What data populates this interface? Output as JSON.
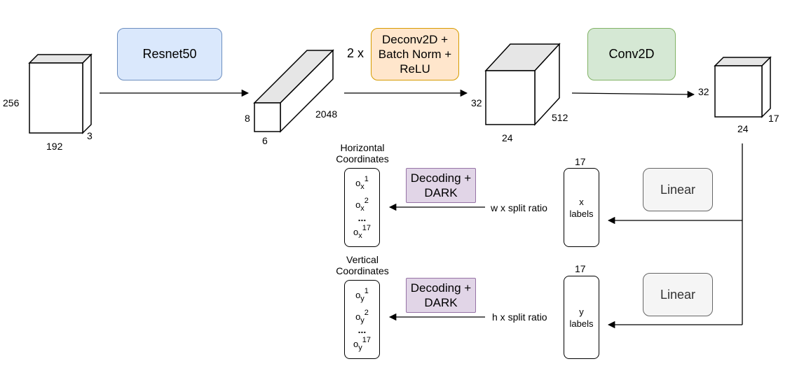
{
  "input_block": {
    "height_label": "256",
    "width_label": "192",
    "depth_label": "3"
  },
  "resnet_box": {
    "label": "Resnet50"
  },
  "feature_block": {
    "height_label": "8",
    "width_label": "6",
    "depth_label": "2048"
  },
  "deconv": {
    "repeat_label": "2 x",
    "box_lines": [
      "Deconv2D +",
      "Batch Norm +",
      "ReLU"
    ]
  },
  "deconv_block": {
    "height_label": "32",
    "width_label": "24",
    "depth_label": "512"
  },
  "conv_box": {
    "label": "Conv2D"
  },
  "heatmap_block": {
    "height_label": "32",
    "width_label": "24",
    "depth_label": "17"
  },
  "x_branch": {
    "linear_label": "Linear",
    "count_label": "17",
    "labels_box": [
      "x",
      "labels"
    ],
    "ratio_label": "w x split ratio",
    "decoding_lines": [
      "Decoding +",
      "DARK"
    ],
    "coords_title": [
      "Horizontal",
      "Coordinates"
    ],
    "coords": {
      "base": "o",
      "sub": "x",
      "items": [
        "1",
        "2",
        "17"
      ],
      "ellipsis": "..."
    }
  },
  "y_branch": {
    "linear_label": "Linear",
    "count_label": "17",
    "labels_box": [
      "y",
      "labels"
    ],
    "ratio_label": "h x split ratio",
    "decoding_lines": [
      "Decoding +",
      "DARK"
    ],
    "coords_title": [
      "Vertical",
      "Coordinates"
    ],
    "coords": {
      "base": "o",
      "sub": "y",
      "items": [
        "1",
        "2",
        "17"
      ],
      "ellipsis": "..."
    }
  },
  "colors": {
    "blue_fill": "#dae8fc",
    "orange_fill": "#ffe6cc",
    "green_fill": "#d5e8d4",
    "purple_fill": "#e1d5e7",
    "gray_fill": "#f5f5f5",
    "cube_top": "#e6e6e6"
  }
}
